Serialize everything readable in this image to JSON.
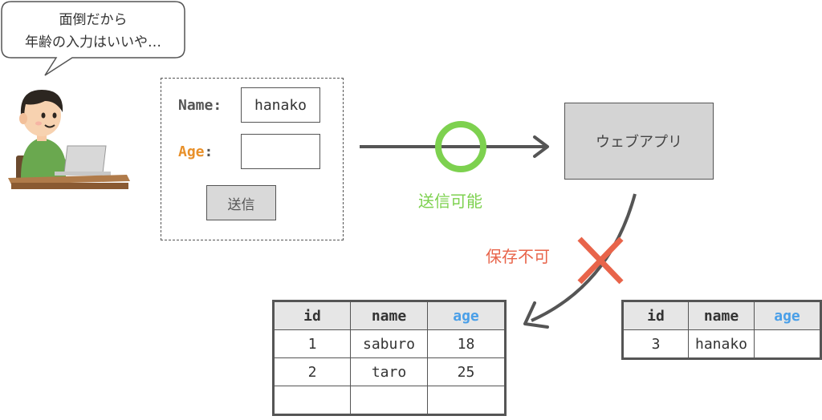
{
  "speech_bubble": {
    "line1": "面倒だから",
    "line2": "年齢の入力はいいや…"
  },
  "form": {
    "name_label": "Name:",
    "name_value": "hanako",
    "age_label_prefix": "Age",
    "age_label_suffix": ":",
    "age_value": "",
    "submit_label": "送信"
  },
  "send_status": "送信可能",
  "web_app_label": "ウェブアプリ",
  "save_status": "保存不可",
  "database_table": {
    "headers": [
      "id",
      "name",
      "age"
    ],
    "rows": [
      [
        "1",
        "saburo",
        "18"
      ],
      [
        "2",
        "taro",
        "25"
      ],
      [
        "",
        "",
        ""
      ]
    ]
  },
  "rejected_record_table": {
    "headers": [
      "id",
      "name",
      "age"
    ],
    "rows": [
      [
        "3",
        "hanako",
        ""
      ]
    ]
  },
  "colors": {
    "ok_green": "#7dd14f",
    "ng_red": "#e8644a",
    "age_orange": "#e8902a",
    "age_header_blue": "#4a9fe8",
    "line_gray": "#555555"
  },
  "icons": [
    "user-at-laptop-illustration",
    "ok-circle-icon",
    "ng-cross-icon",
    "right-arrow-icon",
    "curved-arrow-icon"
  ]
}
